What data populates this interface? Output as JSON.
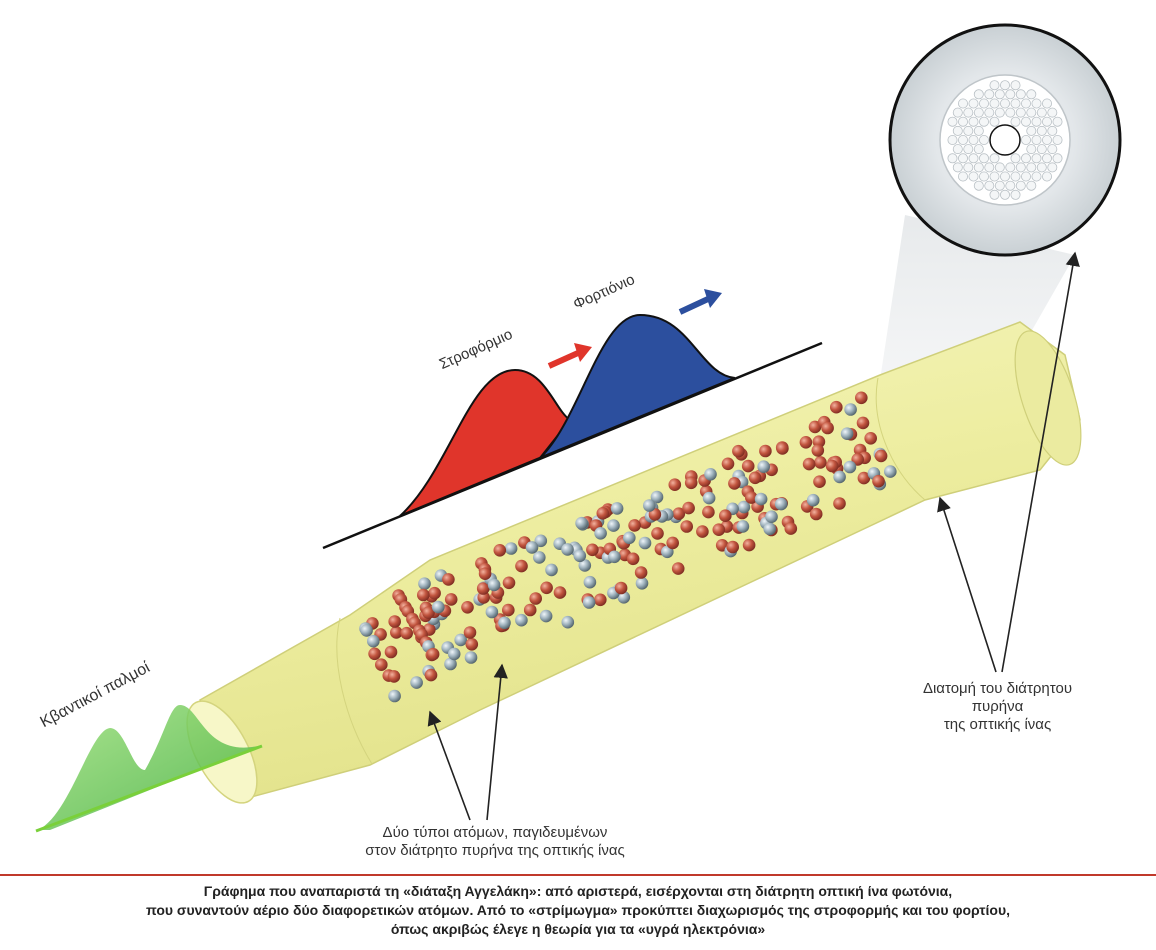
{
  "labels": {
    "spin": "Στροφόρμιο",
    "charge": "Φορτιόνιο",
    "pulses": "Κβαντικοί παλμοί",
    "cross_section": [
      "Διατομή του διάτρητου",
      "πυρήνα",
      "της οπτικής ίνας"
    ],
    "atoms": [
      "Δύο τύποι ατόμων, παγιδευμένων",
      "στον διάτρητο πυρήνα της οπτικής ίνας"
    ]
  },
  "caption": [
    "Γράφημα που αναπαριστά τη «διάταξη Αγγελάκη»: από αριστερά, εισέρχονται στη διάτρητη οπτική ίνα φωτόνια,",
    "που συναντούν αέριο δύο διαφορετικών ατόμων. Από το «στρίμωγμα» προκύπτει διαχωρισμός της στροφορμής και του φορτίου,",
    "όπως ακριβώς έλεγε η θεωρία για τα «υγρά ηλεκτρόνια»"
  ],
  "colors": {
    "spin_wave": "#e0352b",
    "charge_wave": "#2c4f9e",
    "pulse": "#5cc84a",
    "fiber": "#f2f2a6",
    "atom_a": "#b5473a",
    "atom_b": "#8fa2ad",
    "caption_rule": "#c0392b"
  }
}
